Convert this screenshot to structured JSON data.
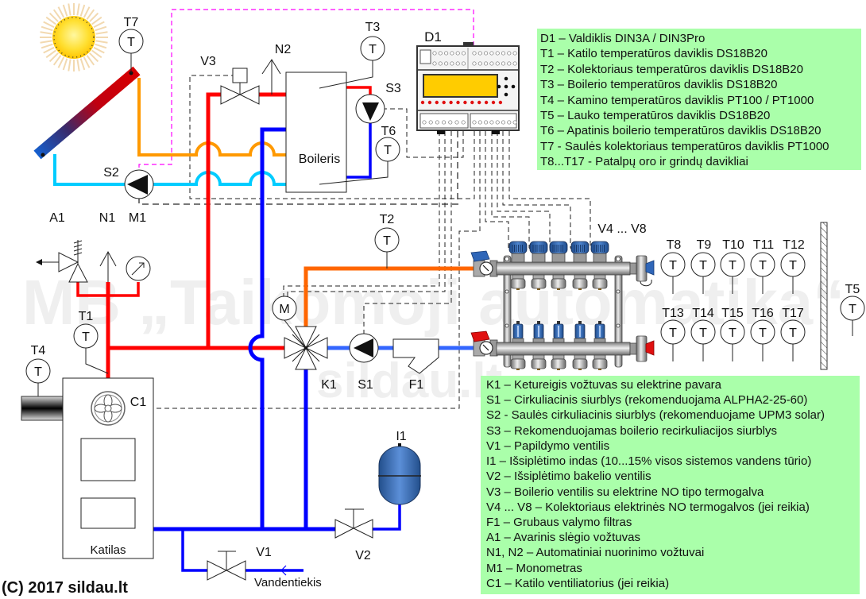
{
  "colors": {
    "hot_water": "#ff0000",
    "cold_water": "#0000ff",
    "solar_hot": "#ff9900",
    "solar_cold": "#00ccff",
    "heating_supply": "#ff6600",
    "heating_return": "#3366ff",
    "solar_control": "#ff00ff",
    "legend_background": "#aaffaa",
    "controller_display": "#ffcc00",
    "watermark": "#efefef"
  },
  "watermark": {
    "line1": "MB „Taikomoji automatika“",
    "line2": "sildau.lt"
  },
  "labels": {
    "T1": "T1",
    "T2": "T2",
    "T3": "T3",
    "T4": "T4",
    "T5": "T5",
    "T6": "T6",
    "T7": "T7",
    "T8": "T8",
    "T9": "T9",
    "T10": "T10",
    "T11": "T11",
    "T12": "T12",
    "T13": "T13",
    "T14": "T14",
    "T15": "T15",
    "T16": "T16",
    "T17": "T17",
    "D1": "D1",
    "V1": "V1",
    "V2": "V2",
    "V3": "V3",
    "V4_V8": "V4 ... V8",
    "S1": "S1",
    "S2": "S2",
    "S3": "S3",
    "K1": "K1",
    "F1": "F1",
    "I1": "I1",
    "A1": "A1",
    "N1": "N1",
    "N2": "N2",
    "M1": "M1",
    "C1": "C1"
  },
  "symbols": {
    "sensor": "T",
    "motor": "M"
  },
  "boiler_tank": "Boileris",
  "boiler": "Katilas",
  "water_supply": "Vandentiekis",
  "copyright": "(C) 2017 sildau.lt",
  "legend_top": {
    "items": [
      "D1 – Valdiklis DIN3A / DIN3Pro",
      "T1 – Katilo temperatūros daviklis DS18B20",
      "T2 – Kolektoriaus temperatūros daviklis DS18B20",
      "T3 – Boilerio temperatūros daviklis DS18B20",
      "T4 – Kamino temperatūros daviklis PT100 / PT1000",
      "T5 – Lauko temperatūros daviklis DS18B20",
      "T6 – Apatinis boilerio temperatūros daviklis DS18B20",
      "T7 - Saulės kolektoriaus temperatūros daviklis PT1000",
      "T8...T17 - Patalpų oro ir grindų davikliai"
    ]
  },
  "legend_bottom": {
    "items": [
      "K1 – Ketureigis vožtuvas su elektrine pavara",
      "S1 – Cirkuliacinis siurblys (rekomenduojama ALPHA2-25-60)",
      "S2 - Saulės cirkuliacinis siurblys (rekomenduojame UPM3 solar)",
      "S3 – Rekomenduojamas boilerio recirkuliacijos siurblys",
      "V1 – Papildymo ventilis",
      "I1 – Išsiplėtimo indas (10...15% visos sistemos vandens tūrio)",
      "V2 – Išsiplėtimo bakelio ventilis",
      "V3 – Boilerio ventilis su elektrine NO tipo termogalva",
      "V4 ... V8 – Kolektoriaus elektrinės NO termogalvos (jei reikia)",
      "F1 – Grubaus valymo filtras",
      "A1 – Avarinis slėgio vožtuvas",
      "N1, N2 – Automatiniai nuorinimo vožtuvai",
      "M1 – Monometras",
      "C1 – Katilo ventiliatorius (jei reikia)"
    ]
  }
}
